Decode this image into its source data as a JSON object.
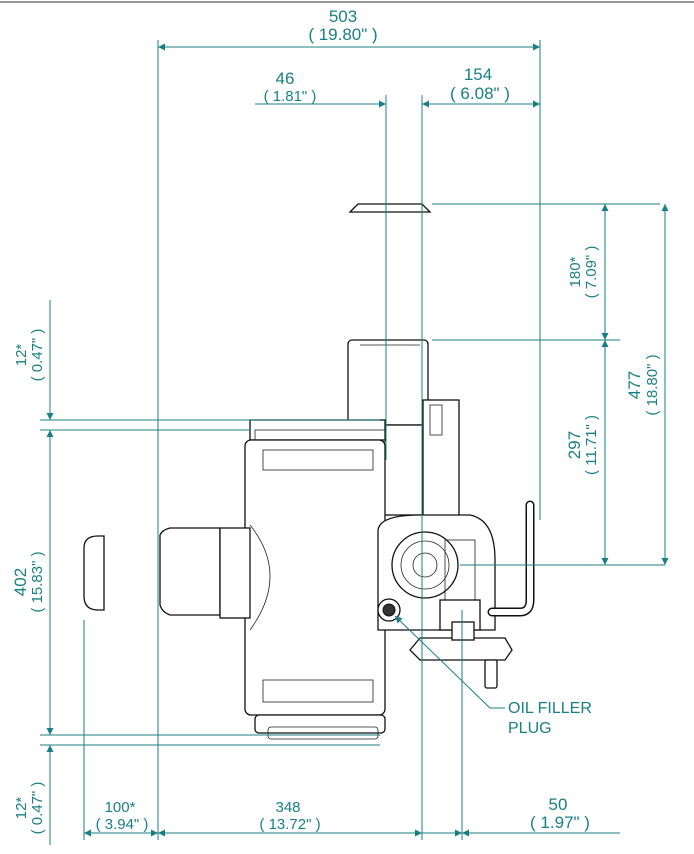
{
  "dimensions": {
    "overall_width": {
      "mm": "503",
      "in": "( 19.80\" )"
    },
    "offset_left": {
      "mm": "46",
      "in": "( 1.81\" )"
    },
    "offset_right": {
      "mm": "154",
      "in": "( 6.08\" )"
    },
    "top_clearance": {
      "mm": "180*",
      "in": "( 7.09\" )"
    },
    "upper_height": {
      "mm": "297",
      "in": "( 11.71\" )"
    },
    "overall_height": {
      "mm": "477",
      "in": "( 18.80\" )"
    },
    "top_gap": {
      "mm": "12*",
      "in": "( 0.47\" )"
    },
    "body_height": {
      "mm": "402",
      "in": "( 15.83\" )"
    },
    "bottom_gap": {
      "mm": "12*",
      "in": "( 0.47\" )"
    },
    "left_clearance": {
      "mm": "100*",
      "in": "( 3.94\" )"
    },
    "body_width": {
      "mm": "348",
      "in": "( 13.72\" )"
    },
    "handwheel_offset": {
      "mm": "50",
      "in": "( 1.97\" )"
    }
  },
  "callouts": {
    "oil_filler_line1": "OIL FILLER",
    "oil_filler_line2": "PLUG"
  },
  "colors": {
    "dimension": "#1a7f82",
    "outline": "#111111"
  }
}
